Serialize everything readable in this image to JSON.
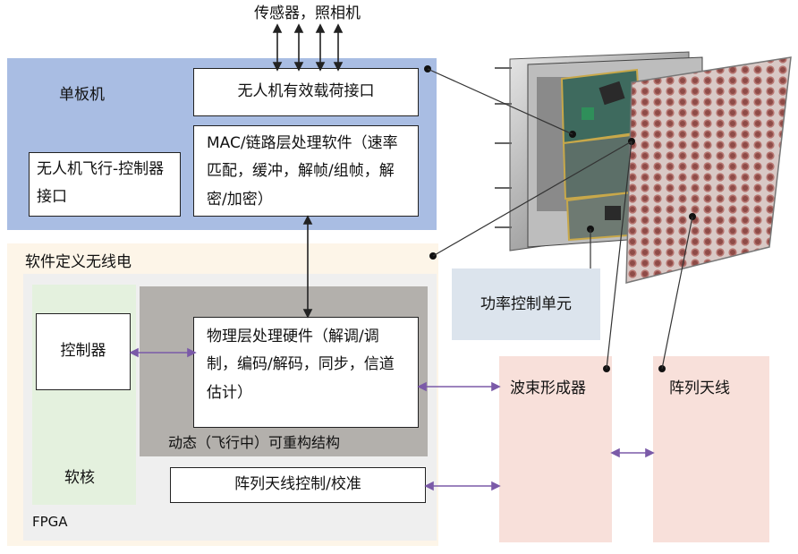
{
  "colors": {
    "single_board_bg": "#a9bde3",
    "sdr_bg": "#fdf5e8",
    "fpga_bg": "#efefef",
    "softcore_bg": "#e4f1de",
    "dynamic_bg": "#b3b0ac",
    "power_unit_bg": "#dce4ed",
    "beam_bg": "#f8e0da",
    "array_bg": "#f8e0da",
    "arrow_purple": "#7b5aa8",
    "line": "#333333"
  },
  "top_label": "传感器，照相机",
  "single_board": {
    "title": "单板机",
    "payload_interface": "无人机有效载荷接口",
    "mac_software": "MAC/链路层处理软件（速率匹配，缓冲，解帧/组帧，解密/加密）",
    "flight_control_interface": "无人机飞行-控制器接口"
  },
  "sdr": {
    "title": "软件定义无线电",
    "fpga_label": "FPGA",
    "softcore_label": "软核",
    "controller": "控制器",
    "phy_hardware": "物理层处理硬件（解调/调制，编码/解码，同步，信道估计）",
    "dynamic_label": "动态（飞行中）可重构结构",
    "array_control": "阵列天线控制/校准"
  },
  "power_unit": "功率控制单元",
  "beamformer": "波束形成器",
  "antenna_array": "阵列天线",
  "icons": {
    "hardware_photo": "radio-hardware-illustration"
  }
}
